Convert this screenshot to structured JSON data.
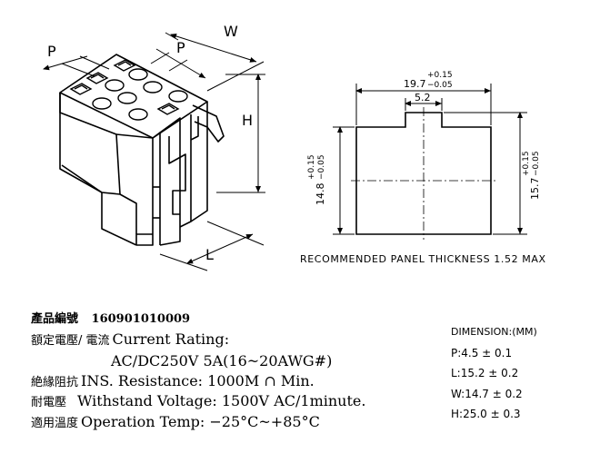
{
  "drawing": {
    "dim_w": "W",
    "dim_h": "H",
    "dim_l": "L",
    "dim_p1": "P",
    "dim_p2": "P",
    "panel_width_nominal": "19.7",
    "panel_width_tol_plus": "+0.15",
    "panel_width_tol_minus": "−0.05",
    "slot_width": "5.2",
    "panel_height_left_nominal": "14.8",
    "panel_height_left_tol_plus": "+0.15",
    "panel_height_left_tol_minus": "−0.05",
    "panel_height_right_nominal": "15.7",
    "panel_height_right_tol_plus": "+0.15",
    "panel_height_right_tol_minus": "−0.05",
    "panel_note": "RECOMMENDED PANEL THICKNESS 1.52 MAX"
  },
  "product": {
    "label": "產品編號",
    "number": "160901010009"
  },
  "specs": {
    "rating_cjk": "額定電壓/ 電流",
    "rating_label": "Current  Rating:",
    "rating_value": "AC/DC250V  5A(16~20AWG#)",
    "insulation_cjk": "絶緣阻抗",
    "insulation_text": "INS. Resistance: 1000M ∩ Min.",
    "withstand_cjk": "耐電壓",
    "withstand_text": "Withstand  Voltage: 1500V  AC/1minute.",
    "temp_cjk": "適用溫度",
    "temp_text": "Operation  Temp: −25°C~+85°C"
  },
  "dimensions": {
    "title": "DIMENSION:(MM)",
    "items": [
      {
        "text": "P:4.5 ± 0.1"
      },
      {
        "text": "L:15.2 ± 0.2"
      },
      {
        "text": "W:14.7 ± 0.2"
      },
      {
        "text": "H:25.0 ± 0.3"
      }
    ]
  }
}
